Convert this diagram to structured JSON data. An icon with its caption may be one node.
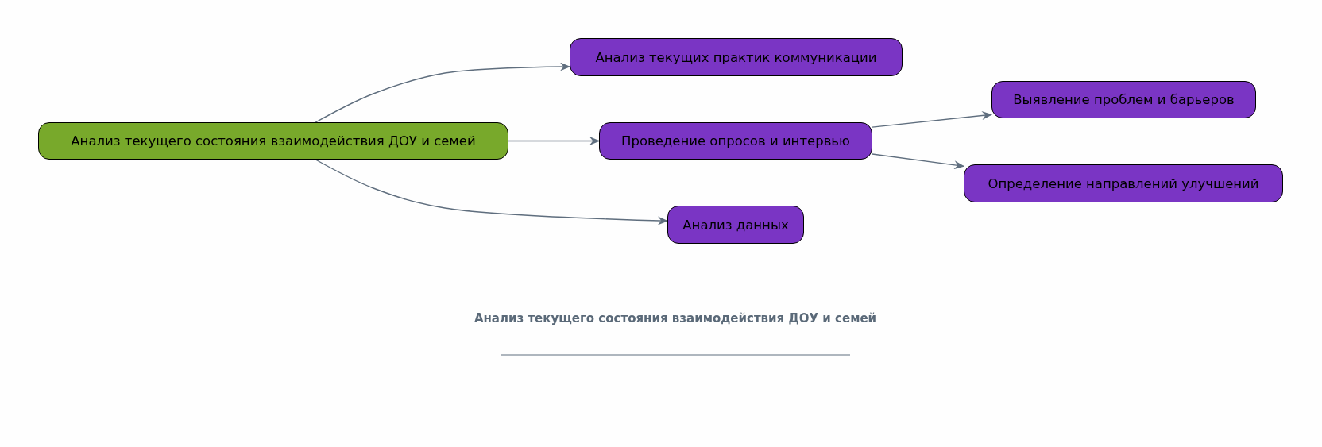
{
  "diagram": {
    "title": "Анализ текущего состояния взаимодействия ДОУ и семей",
    "nodes": [
      {
        "text": [
          "Анализ текущего состояния взаимодействия ДОУ и семей"
        ]
      },
      {
        "text": [
          "Анализ текущих практик коммуникации"
        ]
      },
      {
        "text": [
          "Проведение опросов и интервью"
        ]
      },
      {
        "text": [
          "Анализ данных"
        ]
      },
      {
        "text": [
          "Выявление проблем и барьеров"
        ]
      },
      {
        "text": [
          "Определение направлений улучшений"
        ]
      }
    ],
    "edges": [
      {
        "from": 0,
        "to": 1,
        "arrow": "to"
      },
      {
        "from": 0,
        "to": 2,
        "arrow": "to"
      },
      {
        "from": 0,
        "to": 3,
        "arrow": "to"
      },
      {
        "from": 2,
        "to": 4,
        "arrow": "to"
      },
      {
        "from": 2,
        "to": 5,
        "arrow": "to"
      }
    ]
  }
}
